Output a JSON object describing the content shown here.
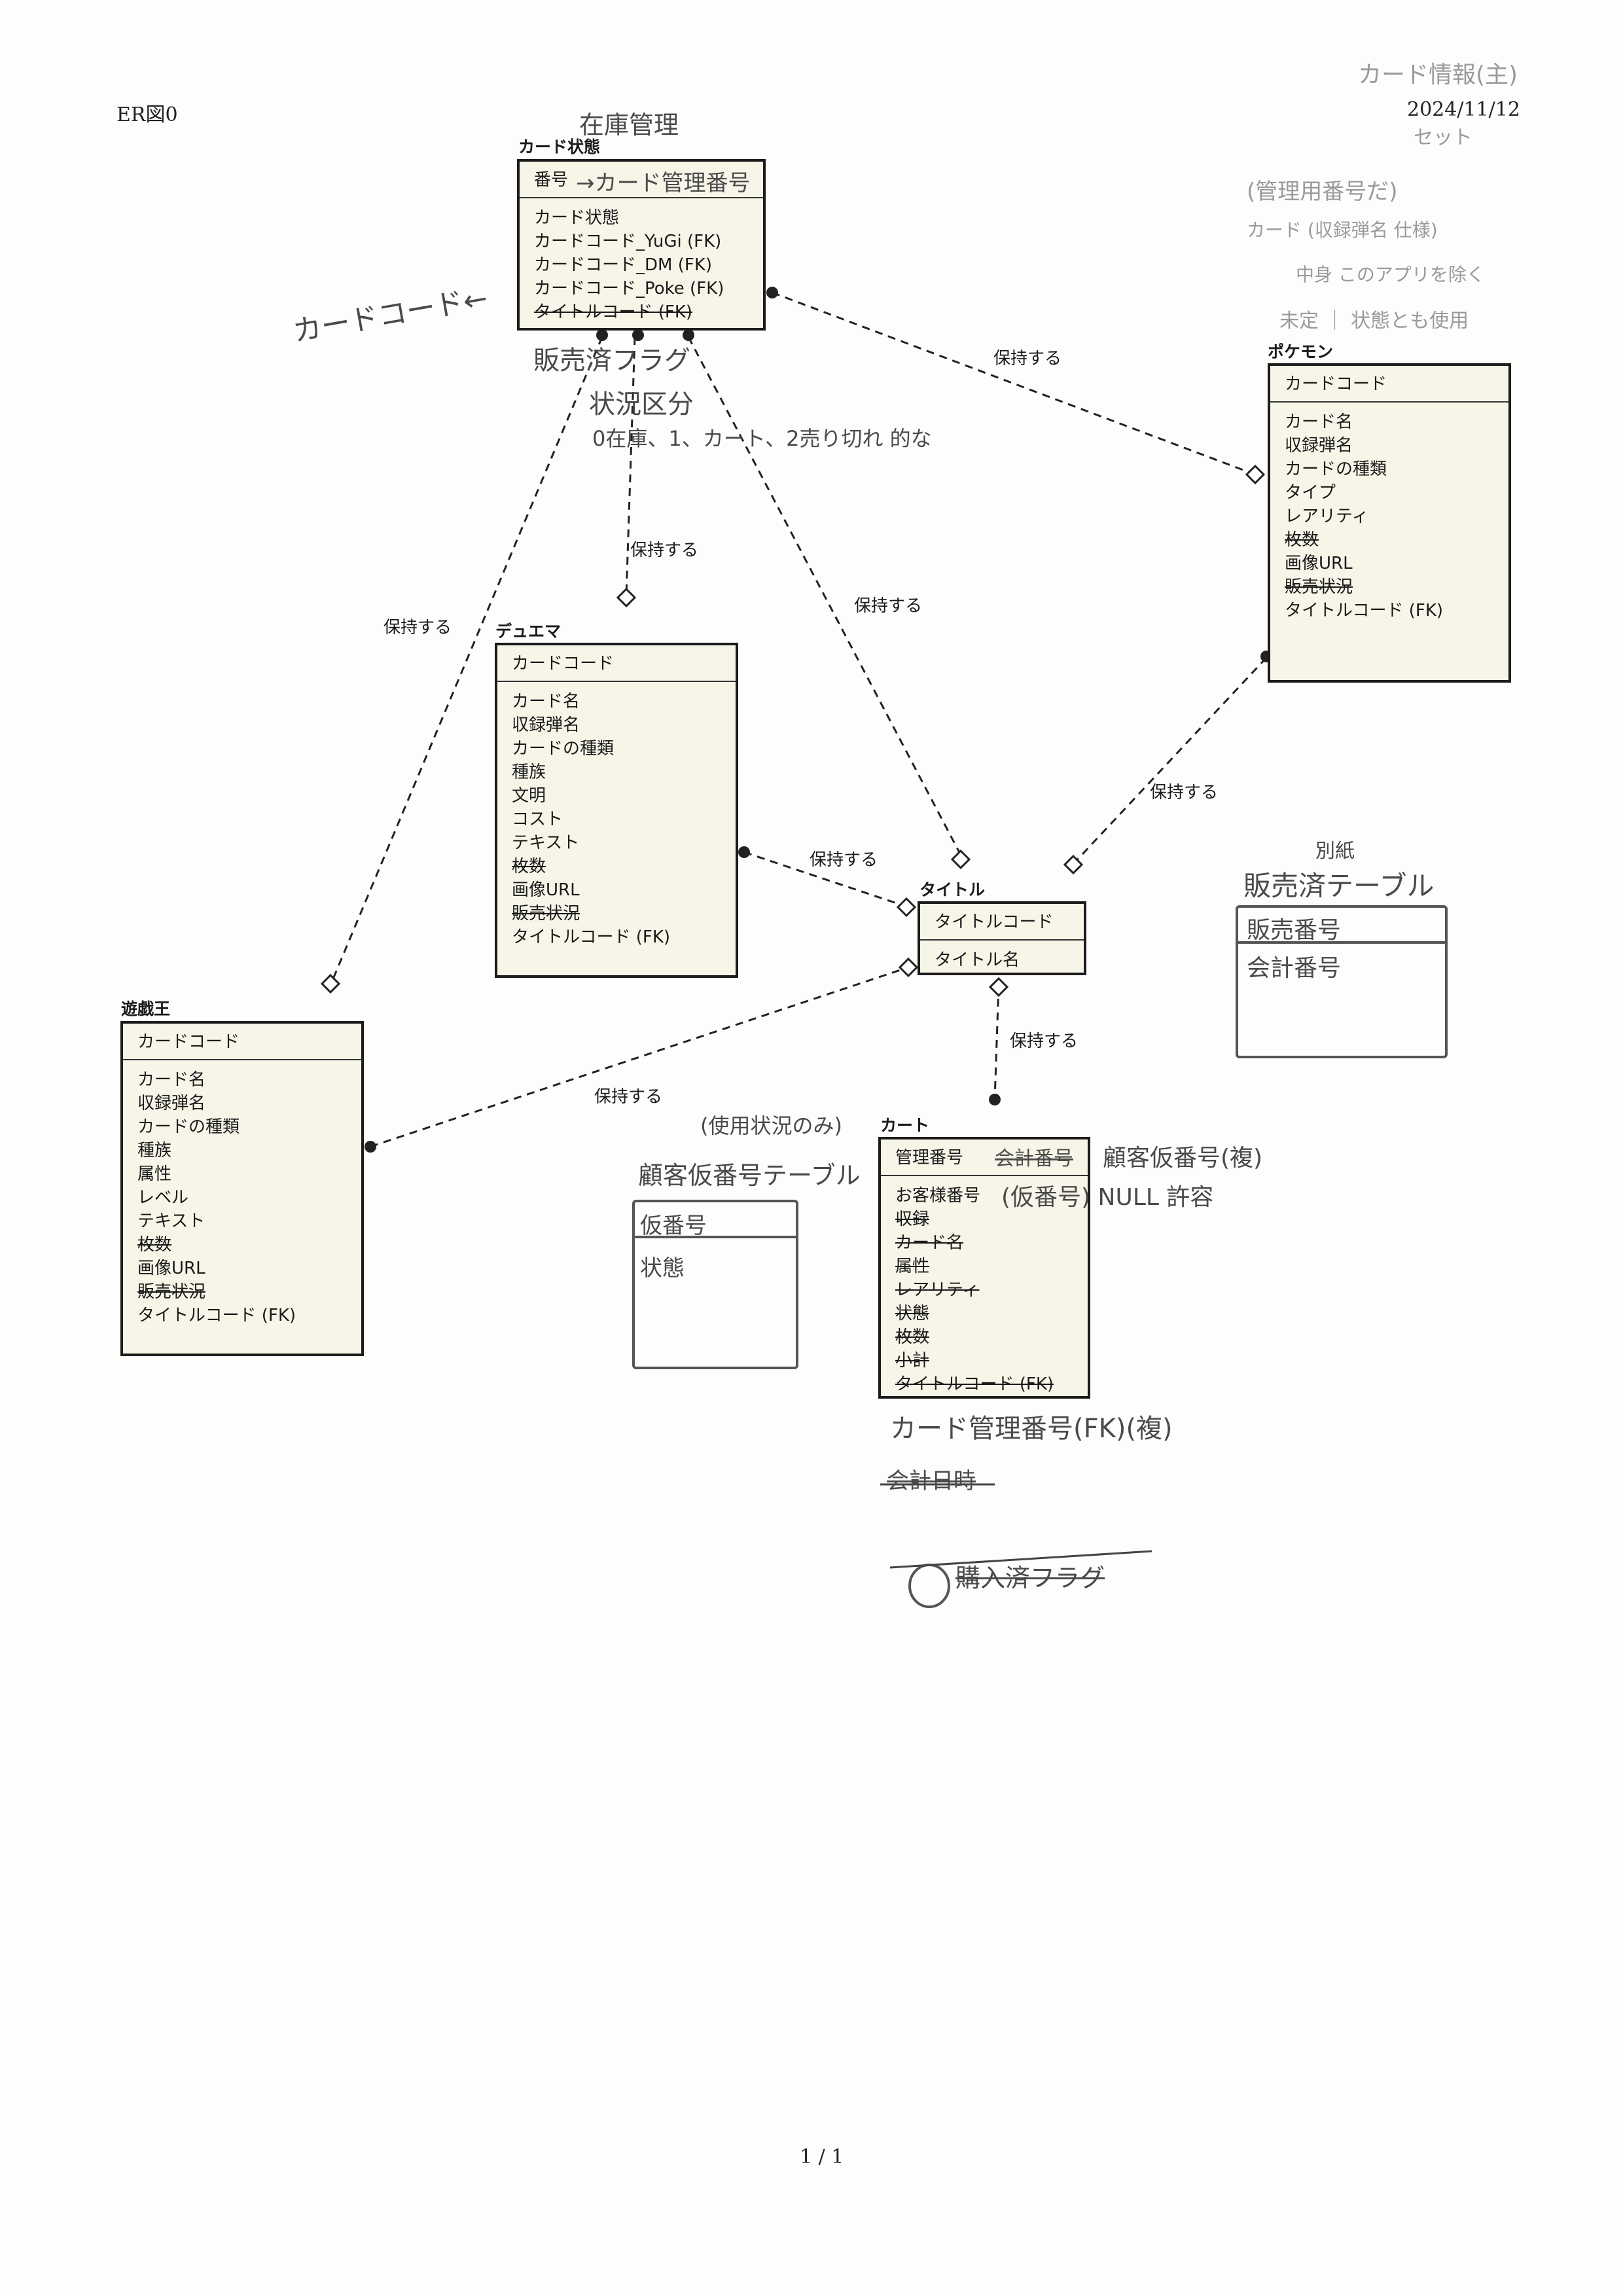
{
  "header": {
    "left": "ER図0",
    "right": "2024/11/12"
  },
  "footer": {
    "page": "1 / 1"
  },
  "entities": {
    "card_state": {
      "title": "カード状態",
      "pk": "番号",
      "attrs": [
        "カード状態",
        "カードコード_YuGi (FK)",
        "カードコード_DM (FK)",
        "カードコード_Poke (FK)",
        "タイトルコード (FK)"
      ]
    },
    "pokemon": {
      "title": "ポケモン",
      "pk": "カードコード",
      "attrs": [
        "カード名",
        "収録弾名",
        "カードの種類",
        "タイプ",
        "レアリティ",
        "枚数",
        "画像URL",
        "販売状況",
        "タイトルコード (FK)"
      ]
    },
    "duema": {
      "title": "デュエマ",
      "pk": "カードコード",
      "attrs": [
        "カード名",
        "収録弾名",
        "カードの種類",
        "種族",
        "文明",
        "コスト",
        "テキスト",
        "枚数",
        "画像URL",
        "販売状況",
        "タイトルコード (FK)"
      ]
    },
    "title": {
      "title": "タイトル",
      "pk": "タイトルコード",
      "attrs": [
        "タイトル名"
      ]
    },
    "yugioh": {
      "title": "遊戯王",
      "pk": "カードコード",
      "attrs": [
        "カード名",
        "収録弾名",
        "カードの種類",
        "種族",
        "属性",
        "レベル",
        "テキスト",
        "枚数",
        "画像URL",
        "販売状況",
        "タイトルコード (FK)"
      ]
    },
    "cart": {
      "title": "カート",
      "pk": "管理番号",
      "attrs": [
        "お客様番号",
        "収録",
        "カード名",
        "属性",
        "レアリティ",
        "状態",
        "枚数",
        "小計",
        "タイトルコード (FK)"
      ]
    }
  },
  "relationships": {
    "label": "保持する"
  },
  "handwritten": {
    "top_right_1": "カード情報(主)",
    "top_right_2": "セット",
    "top_right_3": "(管理用番号だ)",
    "top_right_4": "カード (収録弾名 仕様)",
    "top_right_5": "中身 このアプリを除く",
    "top_right_6": "未定 ｜ 状態とも使用",
    "card_state_title_note": "在庫管理",
    "pk_note": "→カード管理番号",
    "left_note": "カードコード←",
    "below_state_1": "販売済フラグ",
    "below_state_2": "状況区分",
    "below_state_3": "0在庫、1、カート、2売り切れ 的な",
    "sold_note": "別紙",
    "sold_table_title": "販売済テーブル",
    "sold_row_1": "販売番号",
    "sold_row_2": "会計番号",
    "guest_note": "(使用状況のみ)",
    "guest_table_title": "顧客仮番号テーブル",
    "guest_row_1": "仮番号",
    "guest_row_2": "状態",
    "cart_pk_note": "会計番号",
    "cart_pk_note2": "顧客仮番号(複)",
    "cart_cust_note": "(仮番号) NULL 許容",
    "cart_below_1": "カード管理番号(FK)(複)",
    "cart_below_2": "会計日時",
    "cart_below_3": "購入済フラグ"
  }
}
